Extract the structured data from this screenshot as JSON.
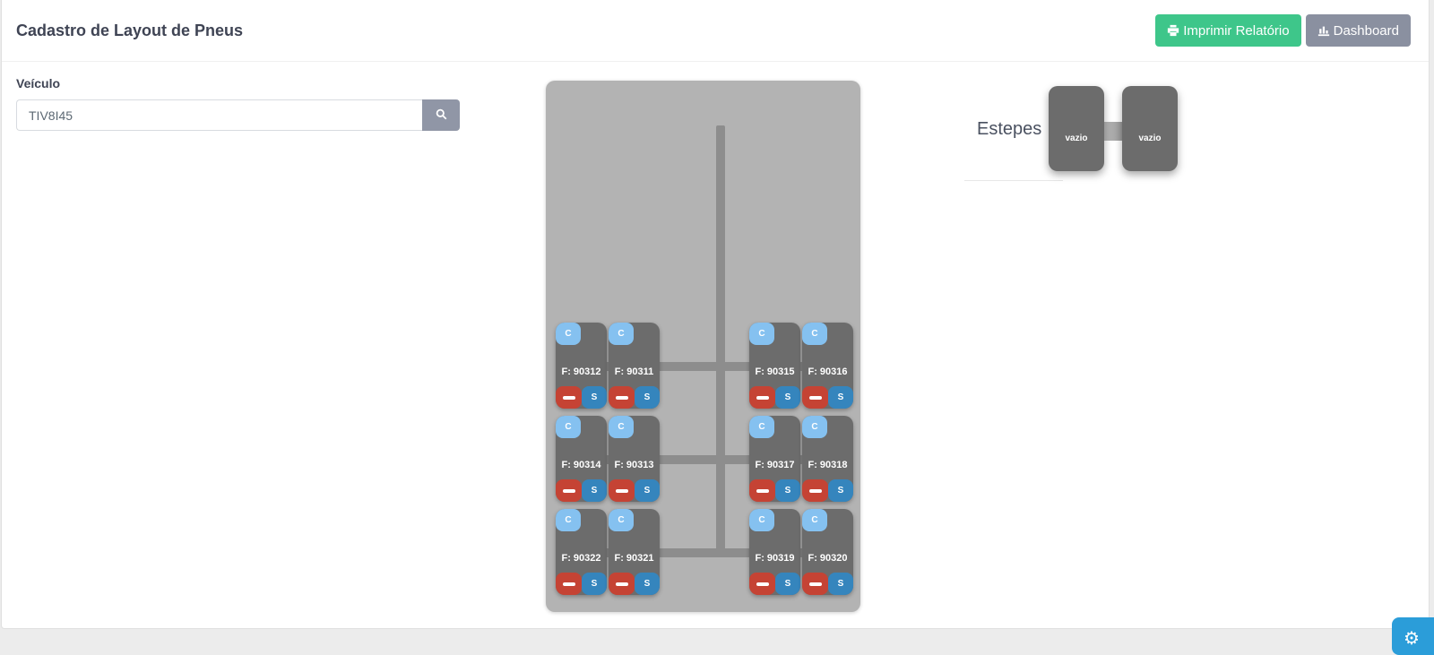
{
  "header": {
    "title": "Cadastro de Layout de Pneus",
    "print_button_label": "Imprimir Relatório",
    "dashboard_button_label": "Dashboard"
  },
  "vehicle": {
    "label": "Veículo",
    "value": "TIV8I45"
  },
  "chassis": {
    "buttons": {
      "c": "C",
      "s": "S"
    },
    "tires": [
      {
        "row": 0,
        "col": "left-outer",
        "label": "F: 90312"
      },
      {
        "row": 0,
        "col": "left-inner",
        "label": "F: 90311"
      },
      {
        "row": 0,
        "col": "right-inner",
        "label": "F: 90315"
      },
      {
        "row": 0,
        "col": "right-outer",
        "label": "F: 90316"
      },
      {
        "row": 1,
        "col": "left-outer",
        "label": "F: 90314"
      },
      {
        "row": 1,
        "col": "left-inner",
        "label": "F: 90313"
      },
      {
        "row": 1,
        "col": "right-inner",
        "label": "F: 90317"
      },
      {
        "row": 1,
        "col": "right-outer",
        "label": "F: 90318"
      },
      {
        "row": 2,
        "col": "left-outer",
        "label": "F: 90322"
      },
      {
        "row": 2,
        "col": "left-inner",
        "label": "F: 90321"
      },
      {
        "row": 2,
        "col": "right-inner",
        "label": "F: 90319"
      },
      {
        "row": 2,
        "col": "right-outer",
        "label": "F: 90320"
      }
    ]
  },
  "estepes": {
    "label": "Estepes",
    "slots": [
      {
        "text": "vazio"
      },
      {
        "text": "vazio"
      }
    ]
  },
  "icons": {
    "print": "printer-icon",
    "dashboard": "bar-chart-icon",
    "search": "magnifier-icon",
    "remove": "minus-icon",
    "settings": "gear-icon"
  },
  "colors": {
    "success_green": "#3ec68a",
    "secondary_gray": "#8a90a0",
    "chassis_gray": "#b3b3b3",
    "frame_gray": "#8d8d8d",
    "tire_gray": "#6c6c6c",
    "c_button_blue": "#85c1f0",
    "s_button_blue": "#3585bd",
    "remove_red": "#c54334",
    "settings_blue": "#2b9dd9"
  }
}
